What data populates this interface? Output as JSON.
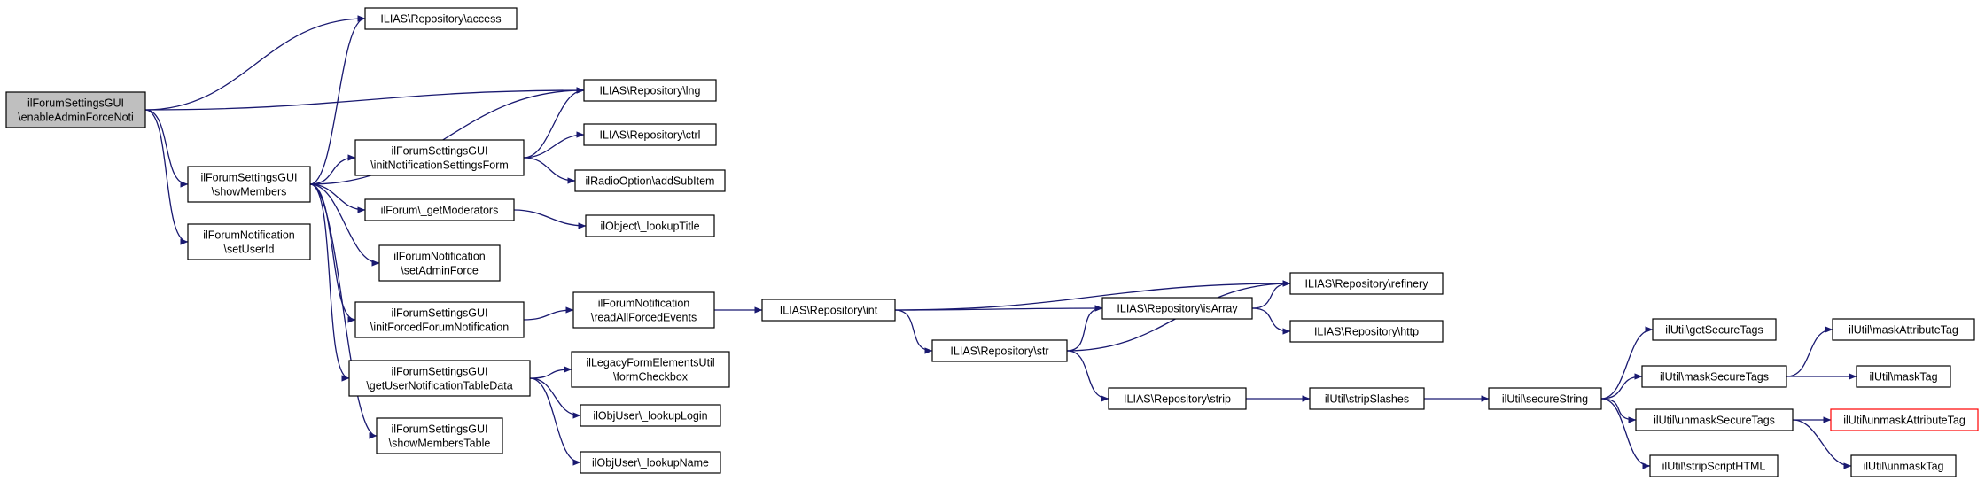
{
  "colors": {
    "edge": "#191970",
    "root_fill": "#bfbfbf",
    "highlight_border": "#ff0000",
    "node_fill": "#ffffff"
  },
  "nodes": [
    {
      "id": "root",
      "lines": [
        "ilForumSettingsGUI",
        "\\enableAdminForceNoti"
      ],
      "style": "root"
    },
    {
      "id": "access",
      "lines": [
        "ILIAS\\Repository\\access"
      ]
    },
    {
      "id": "lng",
      "lines": [
        "ILIAS\\Repository\\lng"
      ]
    },
    {
      "id": "showMembers",
      "lines": [
        "ilForumSettingsGUI",
        "\\showMembers"
      ]
    },
    {
      "id": "setUserId",
      "lines": [
        "ilForumNotification",
        "\\setUserId"
      ]
    },
    {
      "id": "initNotif",
      "lines": [
        "ilForumSettingsGUI",
        "\\initNotificationSettingsForm"
      ]
    },
    {
      "id": "ctrl",
      "lines": [
        "ILIAS\\Repository\\ctrl"
      ]
    },
    {
      "id": "addSubItem",
      "lines": [
        "ilRadioOption\\addSubItem"
      ]
    },
    {
      "id": "getModerators",
      "lines": [
        "ilForum\\_getModerators"
      ]
    },
    {
      "id": "lookupTitle",
      "lines": [
        "ilObject\\_lookupTitle"
      ]
    },
    {
      "id": "setAdminForce",
      "lines": [
        "ilForumNotification",
        "\\setAdminForce"
      ]
    },
    {
      "id": "initForced",
      "lines": [
        "ilForumSettingsGUI",
        "\\initForcedForumNotification"
      ]
    },
    {
      "id": "readAll",
      "lines": [
        "ilForumNotification",
        "\\readAllForcedEvents"
      ]
    },
    {
      "id": "int",
      "lines": [
        "ILIAS\\Repository\\int"
      ]
    },
    {
      "id": "refinery",
      "lines": [
        "ILIAS\\Repository\\refinery"
      ]
    },
    {
      "id": "isArray",
      "lines": [
        "ILIAS\\Repository\\isArray"
      ]
    },
    {
      "id": "http",
      "lines": [
        "ILIAS\\Repository\\http"
      ]
    },
    {
      "id": "str",
      "lines": [
        "ILIAS\\Repository\\str"
      ]
    },
    {
      "id": "getUserNotif",
      "lines": [
        "ilForumSettingsGUI",
        "\\getUserNotificationTableData"
      ]
    },
    {
      "id": "formCheckbox",
      "lines": [
        "ilLegacyFormElementsUtil",
        "\\formCheckbox"
      ]
    },
    {
      "id": "lookupLogin",
      "lines": [
        "ilObjUser\\_lookupLogin"
      ]
    },
    {
      "id": "lookupName",
      "lines": [
        "ilObjUser\\_lookupName"
      ]
    },
    {
      "id": "showMembersTable",
      "lines": [
        "ilForumSettingsGUI",
        "\\showMembersTable"
      ]
    },
    {
      "id": "strip",
      "lines": [
        "ILIAS\\Repository\\strip"
      ]
    },
    {
      "id": "stripSlashes",
      "lines": [
        "ilUtil\\stripSlashes"
      ]
    },
    {
      "id": "secureString",
      "lines": [
        "ilUtil\\secureString"
      ]
    },
    {
      "id": "getSecureTags",
      "lines": [
        "ilUtil\\getSecureTags"
      ]
    },
    {
      "id": "maskSecureTags",
      "lines": [
        "ilUtil\\maskSecureTags"
      ]
    },
    {
      "id": "unmaskSecureTags",
      "lines": [
        "ilUtil\\unmaskSecureTags"
      ]
    },
    {
      "id": "stripScriptHTML",
      "lines": [
        "ilUtil\\stripScriptHTML"
      ]
    },
    {
      "id": "maskAttributeTag",
      "lines": [
        "ilUtil\\maskAttributeTag"
      ]
    },
    {
      "id": "maskTag",
      "lines": [
        "ilUtil\\maskTag"
      ]
    },
    {
      "id": "unmaskAttributeTag",
      "lines": [
        "ilUtil\\unmaskAttributeTag"
      ],
      "style": "red"
    },
    {
      "id": "unmaskTag",
      "lines": [
        "ilUtil\\unmaskTag"
      ]
    }
  ],
  "edges": [
    [
      "root",
      "access"
    ],
    [
      "root",
      "lng"
    ],
    [
      "root",
      "showMembers"
    ],
    [
      "root",
      "setUserId"
    ],
    [
      "showMembers",
      "access"
    ],
    [
      "showMembers",
      "lng"
    ],
    [
      "showMembers",
      "initNotif"
    ],
    [
      "showMembers",
      "getModerators"
    ],
    [
      "showMembers",
      "setAdminForce"
    ],
    [
      "showMembers",
      "initForced"
    ],
    [
      "showMembers",
      "getUserNotif"
    ],
    [
      "showMembers",
      "showMembersTable"
    ],
    [
      "initNotif",
      "lng"
    ],
    [
      "initNotif",
      "ctrl"
    ],
    [
      "initNotif",
      "addSubItem"
    ],
    [
      "getModerators",
      "lookupTitle"
    ],
    [
      "initForced",
      "readAll"
    ],
    [
      "readAll",
      "int"
    ],
    [
      "int",
      "refinery"
    ],
    [
      "int",
      "isArray"
    ],
    [
      "int",
      "str"
    ],
    [
      "isArray",
      "refinery"
    ],
    [
      "isArray",
      "http"
    ],
    [
      "str",
      "refinery"
    ],
    [
      "str",
      "isArray"
    ],
    [
      "str",
      "strip"
    ],
    [
      "getUserNotif",
      "formCheckbox"
    ],
    [
      "getUserNotif",
      "lookupLogin"
    ],
    [
      "getUserNotif",
      "lookupName"
    ],
    [
      "strip",
      "stripSlashes"
    ],
    [
      "stripSlashes",
      "secureString"
    ],
    [
      "secureString",
      "getSecureTags"
    ],
    [
      "secureString",
      "maskSecureTags"
    ],
    [
      "secureString",
      "unmaskSecureTags"
    ],
    [
      "secureString",
      "stripScriptHTML"
    ],
    [
      "maskSecureTags",
      "maskAttributeTag"
    ],
    [
      "maskSecureTags",
      "maskTag"
    ],
    [
      "unmaskSecureTags",
      "unmaskAttributeTag"
    ],
    [
      "unmaskSecureTags",
      "unmaskTag"
    ]
  ]
}
